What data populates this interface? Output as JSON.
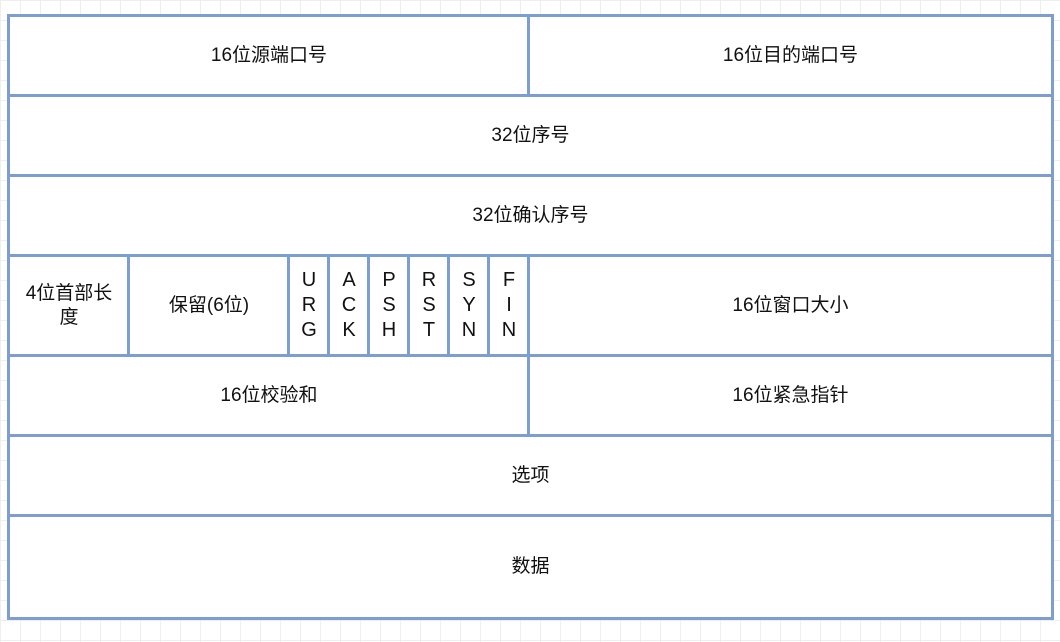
{
  "rows": {
    "src_port": "16位源端口号",
    "dst_port": "16位目的端口号",
    "seq": "32位序号",
    "ack_seq": "32位确认序号",
    "header_len": "4位首部长度",
    "reserved": "保留(6位)",
    "flags": [
      "U\nR\nG",
      "A\nC\nK",
      "P\nS\nH",
      "R\nS\nT",
      "S\nY\nN",
      "F\nI\nN"
    ],
    "window": "16位窗口大小",
    "checksum": "16位校验和",
    "urgent": "16位紧急指针",
    "options": "选项",
    "data": "数据"
  }
}
